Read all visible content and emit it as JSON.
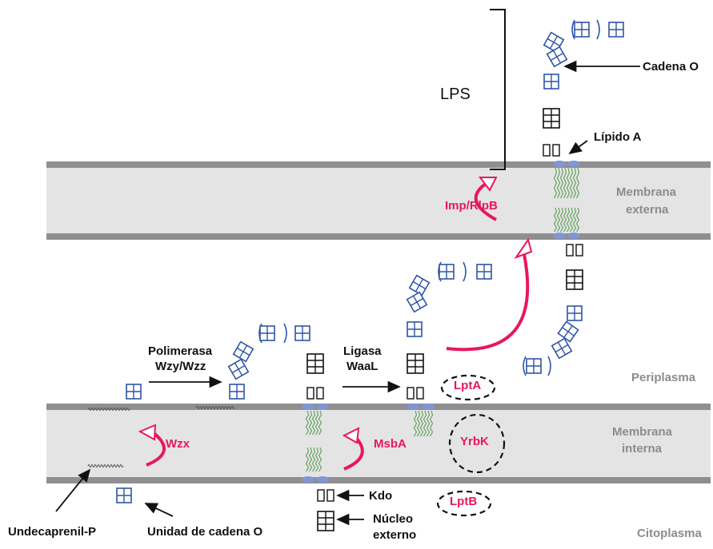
{
  "colors": {
    "membrane_fill": "#e4e4e4",
    "membrane_border": "#8f8f8f",
    "sugar_blue": "#2e54a8",
    "lipid_head": "#8196d4",
    "lipid_tail": "#5a9e54",
    "enzyme_pink": "#e8175d",
    "core_black": "#111111"
  },
  "labels": {
    "lps": "LPS",
    "cadena_o": "Cadena O",
    "lipido_a": "Lípido A",
    "membrana_externa_1": "Membrana",
    "membrana_externa_2": "externa",
    "imp_ripb": "Imp/RlpB",
    "polimerasa_1": "Polimerasa",
    "polimerasa_2": "Wzy/Wzz",
    "ligasa_1": "Ligasa",
    "ligasa_2": "WaaL",
    "lpta": "LptA",
    "periplasma": "Periplasma",
    "yrbk": "YrbK",
    "membrana_interna_1": "Membrana",
    "membrana_interna_2": "interna",
    "wzx": "Wzx",
    "msba": "MsbA",
    "kdo": "Kdo",
    "nucleo_1": "Núcleo",
    "nucleo_2": "externo",
    "lptb": "LptB",
    "undecaprenil": "Undecaprenil-P",
    "unidad_cadena_o": "Unidad de cadena O",
    "citoplasma": "Citoplasma"
  },
  "icons": [
    "sugar-unit-icon",
    "kdo-icon",
    "core-icon",
    "lipid-icon",
    "flip-arrow-icon",
    "protein-dashed-icon"
  ]
}
